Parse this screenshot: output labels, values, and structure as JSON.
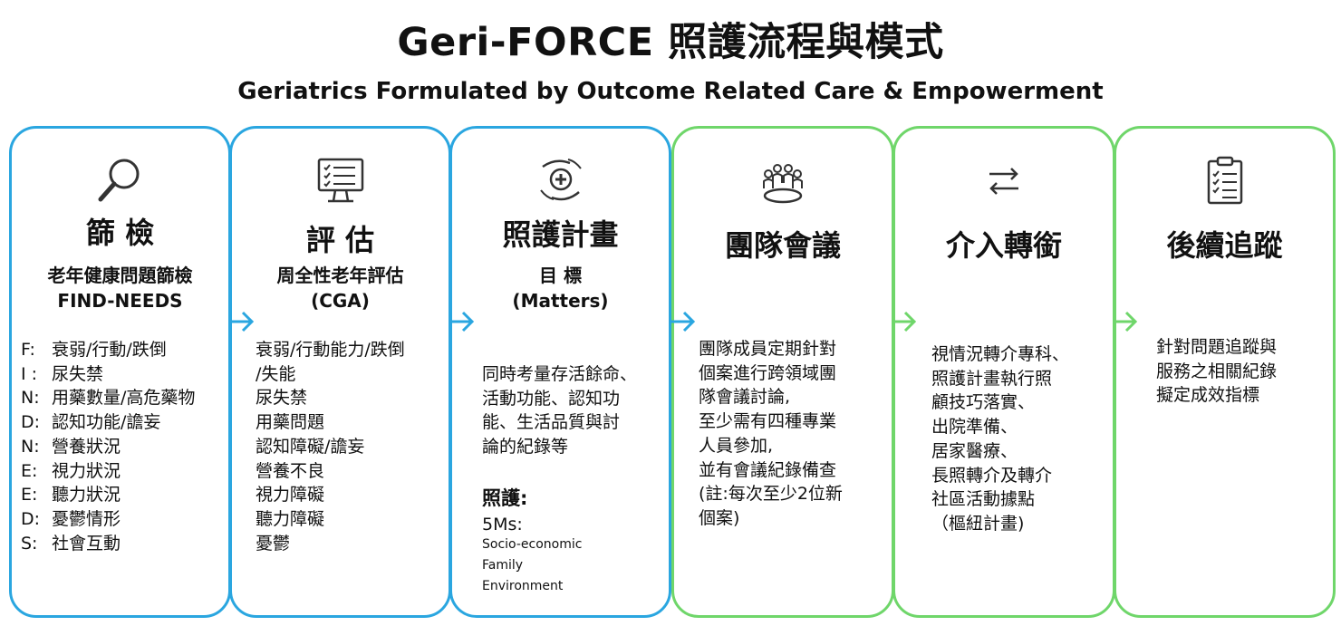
{
  "header": {
    "title": "Geri-FORCE 照護流程與模式",
    "subtitle": "Geriatrics Formulated by Outcome Related Care & Empowerment"
  },
  "colors": {
    "blue": "#2aa6e0",
    "green": "#6fd66a",
    "text": "#111111"
  },
  "cards": [
    {
      "icon": "magnifier-icon",
      "stage": "篩 檢",
      "sub1": "老年健康問題篩檢",
      "sub2": "FIND-NEEDS",
      "acronym": [
        {
          "k": "F:",
          "v": "衰弱/行動/跌倒"
        },
        {
          "k": "I :",
          "v": "尿失禁"
        },
        {
          "k": "N:",
          "v": "用藥數量/高危藥物"
        },
        {
          "k": "D:",
          "v": "認知功能/譫妄"
        },
        {
          "k": "N:",
          "v": "營養狀況"
        },
        {
          "k": "E:",
          "v": "視力狀況"
        },
        {
          "k": "E:",
          "v": "聽力狀況"
        },
        {
          "k": "D:",
          "v": "憂鬱情形"
        },
        {
          "k": "S:",
          "v": "社會互動"
        }
      ]
    },
    {
      "icon": "monitor-checklist-icon",
      "stage": "評 估",
      "sub1": "周全性老年評估",
      "sub2": "(CGA)",
      "lines": [
        "衰弱/行動能力/跌倒",
        "/失能",
        "尿失禁",
        "用藥問題",
        "認知障礙/譫妄",
        "營養不良",
        "視力障礙",
        "聽力障礙",
        "憂鬱"
      ]
    },
    {
      "icon": "care-hands-icon",
      "stage": "照護計畫",
      "sub1": "目 標",
      "sub2": "(Matters)",
      "lines": [
        "同時考量存活餘命、",
        "活動功能、認知功",
        "能、生活品質與討",
        "論的紀錄等"
      ],
      "care_label": "照護:",
      "care_5ms": "5Ms:",
      "care_items": [
        "Socio-economic",
        "Family",
        "Environment"
      ]
    },
    {
      "icon": "team-meeting-icon",
      "stage": "團隊會議",
      "lines": [
        "團隊成員定期針對",
        "個案進行跨領域團",
        "隊會議討論,",
        "至少需有四種專業",
        "人員參加,",
        "並有會議紀錄備查",
        "(註:每次至少2位新",
        "個案)"
      ]
    },
    {
      "icon": "transfer-arrows-icon",
      "stage": "介入轉銜",
      "lines": [
        "視情況轉介專科、",
        "照護計畫執行照",
        "顧技巧落實、",
        "出院準備、",
        "居家醫療、",
        "長照轉介及轉介",
        "社區活動據點",
        "（樞紐計畫)"
      ]
    },
    {
      "icon": "clipboard-checklist-icon",
      "stage": "後續追蹤",
      "lines": [
        "針對問題追蹤與",
        "服務之相關紀錄",
        "擬定成效指標"
      ]
    }
  ]
}
